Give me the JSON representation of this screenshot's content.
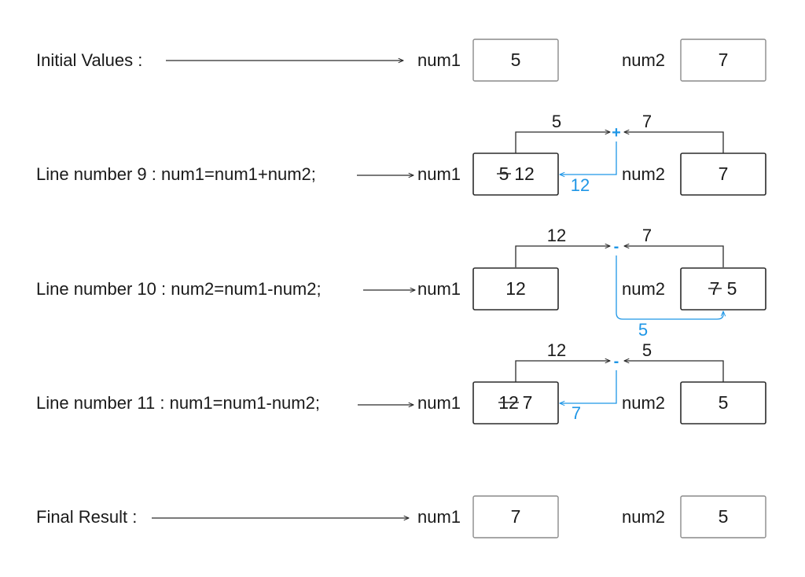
{
  "rows": [
    {
      "label": "Initial Values :",
      "num1_name": "num1",
      "num1_old": "",
      "num1_new": "5",
      "num2_name": "num2",
      "num2_old": "",
      "num2_new": "7"
    },
    {
      "label": "Line number 9 :  num1=num1+num2;",
      "num1_name": "num1",
      "num1_old": "5",
      "num1_new": "12",
      "num2_name": "num2",
      "num2_old": "",
      "num2_new": "7",
      "op": "+",
      "left_operand": "5",
      "right_operand": "7",
      "result": "12"
    },
    {
      "label": "Line number 10 :  num2=num1-num2;",
      "num1_name": "num1",
      "num1_old": "",
      "num1_new": "12",
      "num2_name": "num2",
      "num2_old": "7",
      "num2_new": "5",
      "op": "-",
      "left_operand": "12",
      "right_operand": "7",
      "result": "5"
    },
    {
      "label": "Line number 11 :  num1=num1-num2;",
      "num1_name": "num1",
      "num1_old": "12",
      "num1_new": "7",
      "num2_name": "num2",
      "num2_old": "",
      "num2_new": "5",
      "op": "-",
      "left_operand": "12",
      "right_operand": "5",
      "result": "7"
    },
    {
      "label": "Final Result :",
      "num1_name": "num1",
      "num1_old": "",
      "num1_new": "7",
      "num2_name": "num2",
      "num2_old": "",
      "num2_new": "5"
    }
  ],
  "colors": {
    "accent": "#1e96e6",
    "text": "#1a1a1a",
    "box_light": "#8a8a8a",
    "box_dark": "#2b2b2b"
  }
}
